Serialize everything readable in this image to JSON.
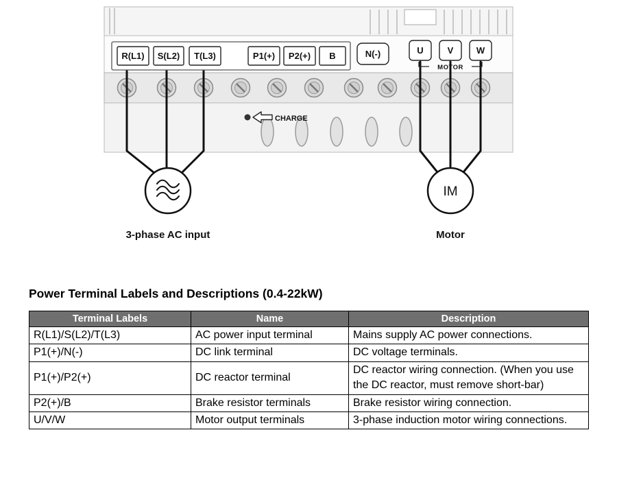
{
  "diagram": {
    "terminals_input": [
      "R(L1)",
      "S(L2)",
      "T(L3)",
      "P1(+)",
      "P2(+)",
      "B"
    ],
    "terminal_n": "N(-)",
    "terminals_output": [
      "U",
      "V",
      "W"
    ],
    "motor_label": "MOTOR",
    "charge_label": "CHARGE",
    "im_label": "IM",
    "ac_input_caption": "3-phase AC input",
    "motor_caption": "Motor"
  },
  "section": {
    "heading": "Power Terminal Labels and Descriptions (0.4-22kW)"
  },
  "table": {
    "headers": [
      "Terminal Labels",
      "Name",
      "Description"
    ],
    "rows": [
      {
        "label": "R(L1)/S(L2)/T(L3)",
        "name": "AC power input terminal",
        "description": "Mains supply AC power connections."
      },
      {
        "label": "P1(+)/N(-)",
        "name": "DC link terminal",
        "description": "DC voltage terminals."
      },
      {
        "label": "P1(+)/P2(+)",
        "name": "DC reactor terminal",
        "description": "DC reactor wiring connection. (When you use the DC reactor, must remove short-bar)"
      },
      {
        "label": "P2(+)/B",
        "name": "Brake resistor terminals",
        "description": "Brake resistor wiring connection."
      },
      {
        "label": "U/V/W",
        "name": "Motor output terminals",
        "description": "3-phase induction motor wiring connections."
      }
    ]
  },
  "colors": {
    "table_header_bg": "#6f6f6f",
    "table_header_text": "#ffffff",
    "border": "#000000",
    "wire": "#111111"
  }
}
